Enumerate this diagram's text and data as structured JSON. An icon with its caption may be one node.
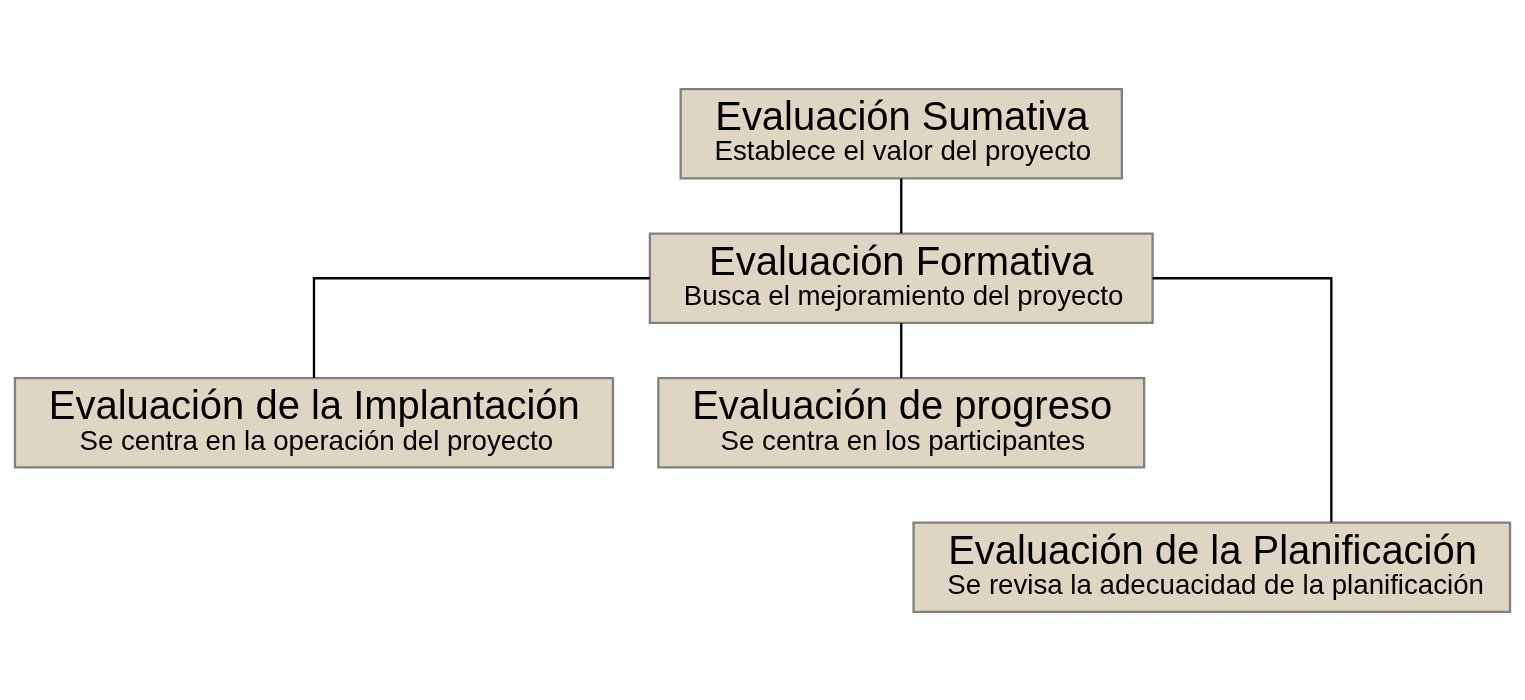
{
  "diagram": {
    "nodes": [
      {
        "text": [
          "Evaluación Sumativa",
          "Establece el valor del proyecto"
        ]
      },
      {
        "text": [
          "Evaluación Formativa",
          "Busca el mejoramiento del proyecto"
        ]
      },
      {
        "text": [
          "Evaluación de la Implantación",
          "Se centra en la operación del proyecto"
        ]
      },
      {
        "text": [
          "Evaluación de progreso",
          "Se centra en los participantes"
        ]
      },
      {
        "text": [
          "Evaluación de la Planificación",
          "Se revisa la adecuacidad de la planificación"
        ]
      }
    ],
    "edges": [
      {
        "from": 0,
        "to": 1,
        "arrow": "none"
      },
      {
        "from": 1,
        "to": 2,
        "arrow": "none"
      },
      {
        "from": 1,
        "to": 3,
        "arrow": "none"
      },
      {
        "from": 1,
        "to": 4,
        "arrow": "none"
      }
    ]
  }
}
